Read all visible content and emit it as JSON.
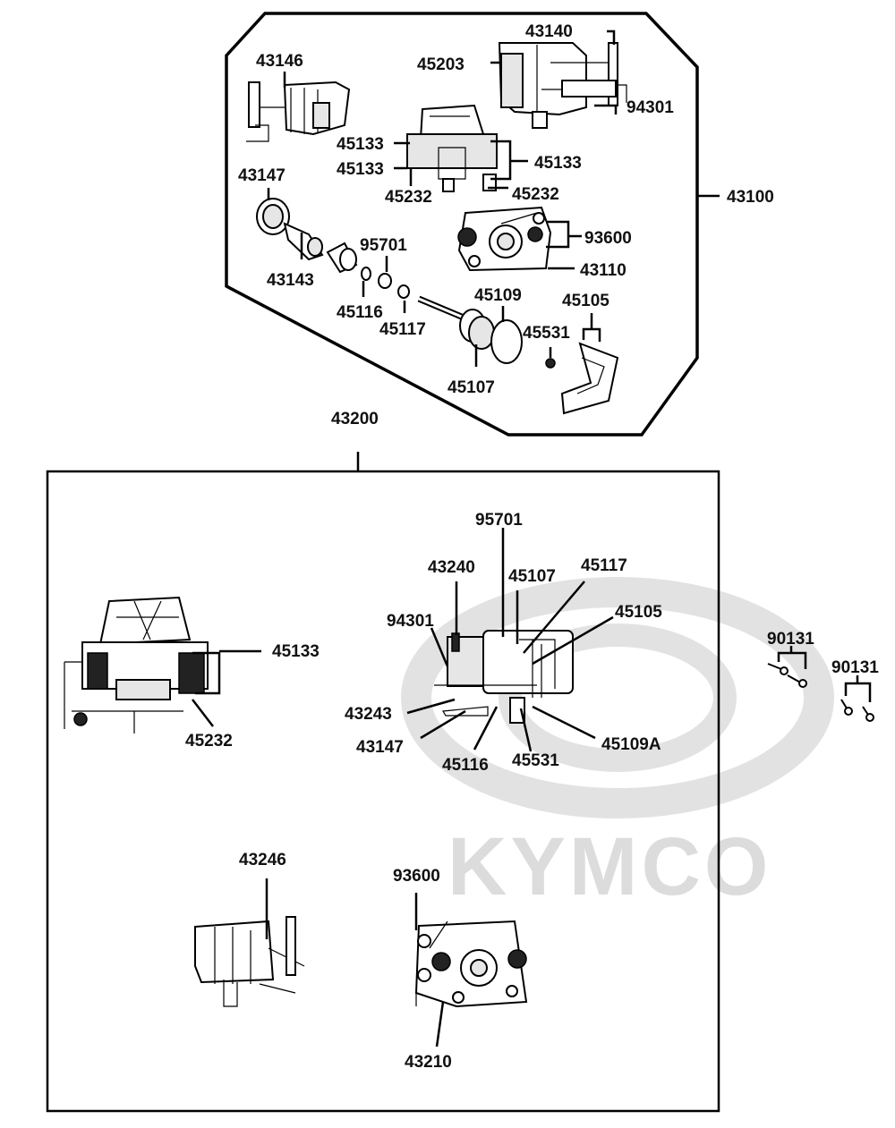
{
  "watermark": "KYMCO",
  "labels": {
    "a43140": "43140",
    "a45203": "45203",
    "a94301": "94301",
    "a43146": "43146",
    "a45133a": "45133",
    "a45133b": "45133",
    "a45133c": "45133",
    "a45232a": "45232",
    "a45232b": "45232",
    "a43147": "43147",
    "a43100": "43100",
    "a93600": "93600",
    "a43110": "43110",
    "a95701": "95701",
    "a43143": "43143",
    "a45116": "45116",
    "a45117": "45117",
    "a45109": "45109",
    "a45105": "45105",
    "a45531": "45531",
    "a45107": "45107",
    "b43200": "43200",
    "b95701": "95701",
    "b43240": "43240",
    "b45107": "45107",
    "b45117": "45117",
    "b45105": "45105",
    "b94301": "94301",
    "b45133": "45133",
    "b45232": "45232",
    "b43243": "43243",
    "b43147": "43147",
    "b45116": "45116",
    "b45531": "45531",
    "b45109A": "45109A",
    "c90131a": "90131",
    "c90131b": "90131",
    "b43246": "43246",
    "b93600": "93600",
    "b43210": "43210"
  }
}
